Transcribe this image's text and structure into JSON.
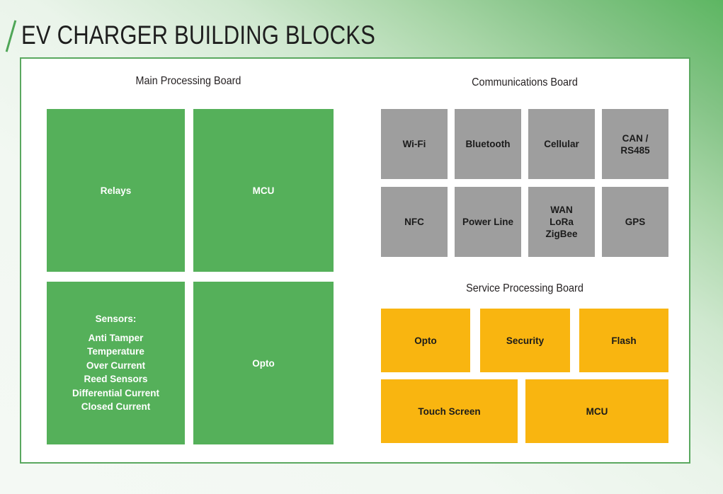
{
  "slide": {
    "title": "EV CHARGER BUILDING BLOCKS",
    "slash": "/"
  },
  "colors": {
    "green": "#55b05a",
    "gray": "#9e9e9e",
    "amber": "#f9b510",
    "frame_border": "#5aa85f",
    "title_text": "#1e1e1e",
    "accent": "#4fa657"
  },
  "boards": {
    "main_processing": {
      "title": "Main Processing Board",
      "blocks": [
        {
          "label": "Relays"
        },
        {
          "label": "MCU"
        },
        {
          "label": "Opto"
        }
      ],
      "sensors": {
        "heading": "Sensors:",
        "items": [
          "Anti Tamper",
          "Temperature",
          "Over Current",
          "Reed Sensors",
          "Differential Current",
          "Closed Current"
        ]
      }
    },
    "communications": {
      "title": "Communications Board",
      "row1": [
        {
          "label": "Wi-Fi"
        },
        {
          "label": "Bluetooth"
        },
        {
          "label": "Cellular"
        },
        {
          "label": "CAN /\nRS485"
        }
      ],
      "row2": [
        {
          "label": "NFC"
        },
        {
          "label": "Power Line"
        },
        {
          "label": "WAN\nLoRa\nZigBee"
        },
        {
          "label": "GPS"
        }
      ]
    },
    "service_processing": {
      "title": "Service Processing Board",
      "row1": [
        {
          "label": "Opto"
        },
        {
          "label": "Security"
        },
        {
          "label": "Flash"
        }
      ],
      "row2": [
        {
          "label": "Touch Screen"
        },
        {
          "label": "MCU"
        }
      ]
    }
  }
}
